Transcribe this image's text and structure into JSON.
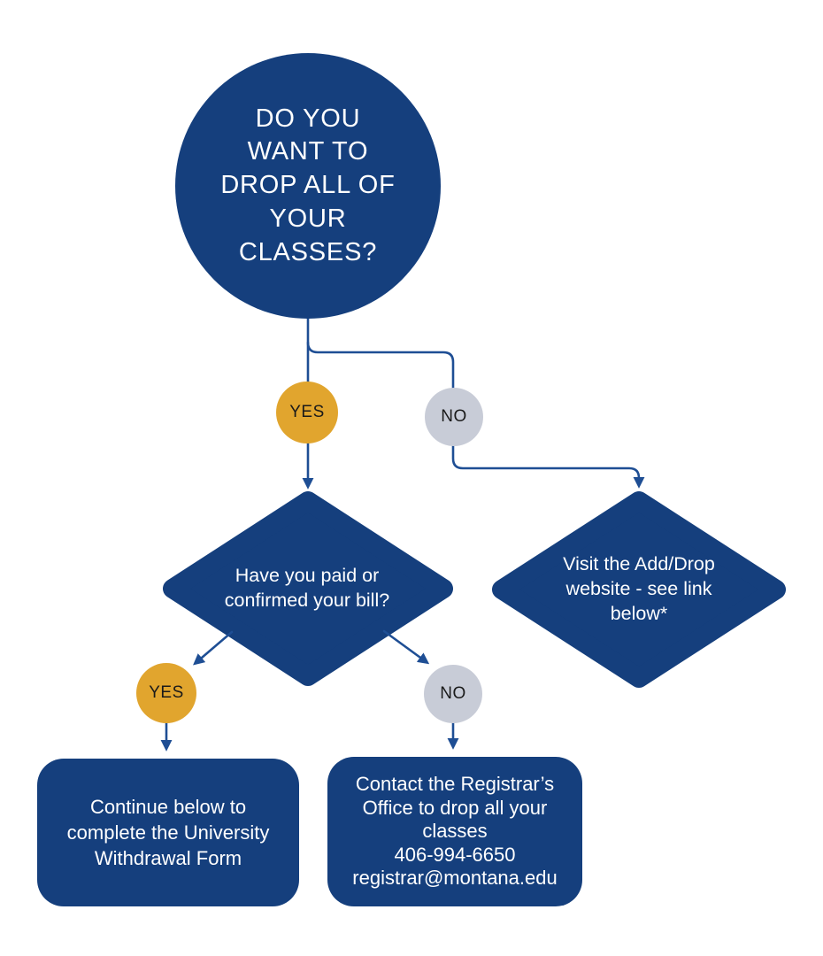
{
  "colors": {
    "shape_navy": "#153F7D",
    "connector_blue": "#1E4E94",
    "yes_gold": "#E1A52E",
    "no_gray": "#C8CCD7",
    "label_dark": "#1a1a1a",
    "text_light": "#ffffff"
  },
  "flowchart": {
    "nodes": {
      "start": {
        "shape": "circle",
        "text": "DO YOU\nWANT TO\nDROP ALL OF\nYOUR\nCLASSES?"
      },
      "bill_decision": {
        "shape": "diamond",
        "text": "Have you paid or\nconfirmed your bill?"
      },
      "adddrop_info": {
        "shape": "diamond",
        "text": "Visit the Add/Drop\nwebsite - see link\nbelow*"
      },
      "withdrawal_outcome": {
        "shape": "rounded-box",
        "text": "Continue below to\ncomplete the University\nWithdrawal Form"
      },
      "registrar_outcome": {
        "shape": "rounded-box",
        "text": "Contact the Registrar’s\nOffice to drop all your\nclasses\n406-994-6650\nregistrar@montana.edu"
      }
    },
    "edges": [
      {
        "from": "start",
        "to": "bill_decision",
        "label": "YES"
      },
      {
        "from": "start",
        "to": "adddrop_info",
        "label": "NO"
      },
      {
        "from": "bill_decision",
        "to": "withdrawal_outcome",
        "label": "YES"
      },
      {
        "from": "bill_decision",
        "to": "registrar_outcome",
        "label": "NO"
      }
    ]
  }
}
